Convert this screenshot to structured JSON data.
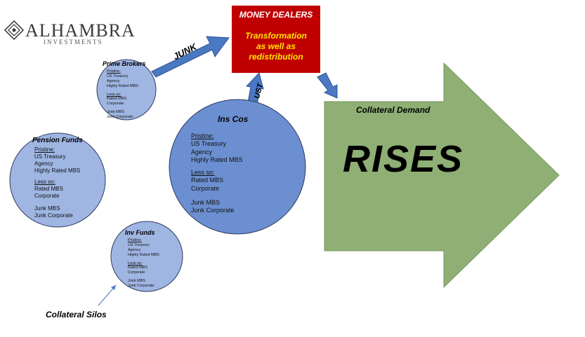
{
  "logo": {
    "name": "ALHAMBRA",
    "tagline": "INVESTMENTS"
  },
  "money_dealers": {
    "title": "MONEY DEALERS",
    "subtitle_lines": [
      "Transformation",
      "as well as",
      "redistribution"
    ]
  },
  "arrows": {
    "junk": "JUNK",
    "ust": "UST"
  },
  "big_arrow": {
    "label": "Collateral Demand",
    "value": "RISES"
  },
  "annotation": "Collateral Silos",
  "silos": [
    {
      "id": "prime",
      "title": "Prime Brokers",
      "pristine": "Pristine:",
      "pristine_items": [
        "US Treasury",
        "Agency",
        "Highly Rated MBS"
      ],
      "less": "Less so:",
      "less_items": [
        "Rated MBS",
        "Corporate"
      ],
      "junk_items": [
        "Junk MBS",
        "Junk Corporate"
      ]
    },
    {
      "id": "pension",
      "title": "Pension Funds",
      "pristine": "Pristine:",
      "pristine_items": [
        "US Treasury",
        "Agency",
        "Highly Rated MBS"
      ],
      "less": "Less so:",
      "less_items": [
        "Rated MBS",
        "Corporate"
      ],
      "junk_items": [
        "Junk MBS",
        "Junk Corporate"
      ]
    },
    {
      "id": "inscos",
      "title": "Ins Cos",
      "pristine": "Pristine:",
      "pristine_items": [
        "US Treasury",
        "Agency",
        "Highly Rated MBS"
      ],
      "less": "Less so:",
      "less_items": [
        "Rated MBS",
        "Corporate"
      ],
      "junk_items": [
        "Junk MBS",
        "Junk Corporate"
      ]
    },
    {
      "id": "inv",
      "title": "Inv Funds",
      "pristine": "Pristine:",
      "pristine_items": [
        "US Treasury",
        "Agency",
        "Highly Rated MBS"
      ],
      "less": "Less so:",
      "less_items": [
        "Rated MBS",
        "Corporate"
      ],
      "junk_items": [
        "Junk MBS",
        "Junk Corporate"
      ]
    }
  ],
  "colors": {
    "circle_light": "#9fb5e2",
    "circle_dark": "#6b8fd0",
    "arrow_blue": "#4a78c2",
    "box_red": "#c00000",
    "box_text": "#ffe600",
    "big_arrow_green": "#8faf75"
  }
}
